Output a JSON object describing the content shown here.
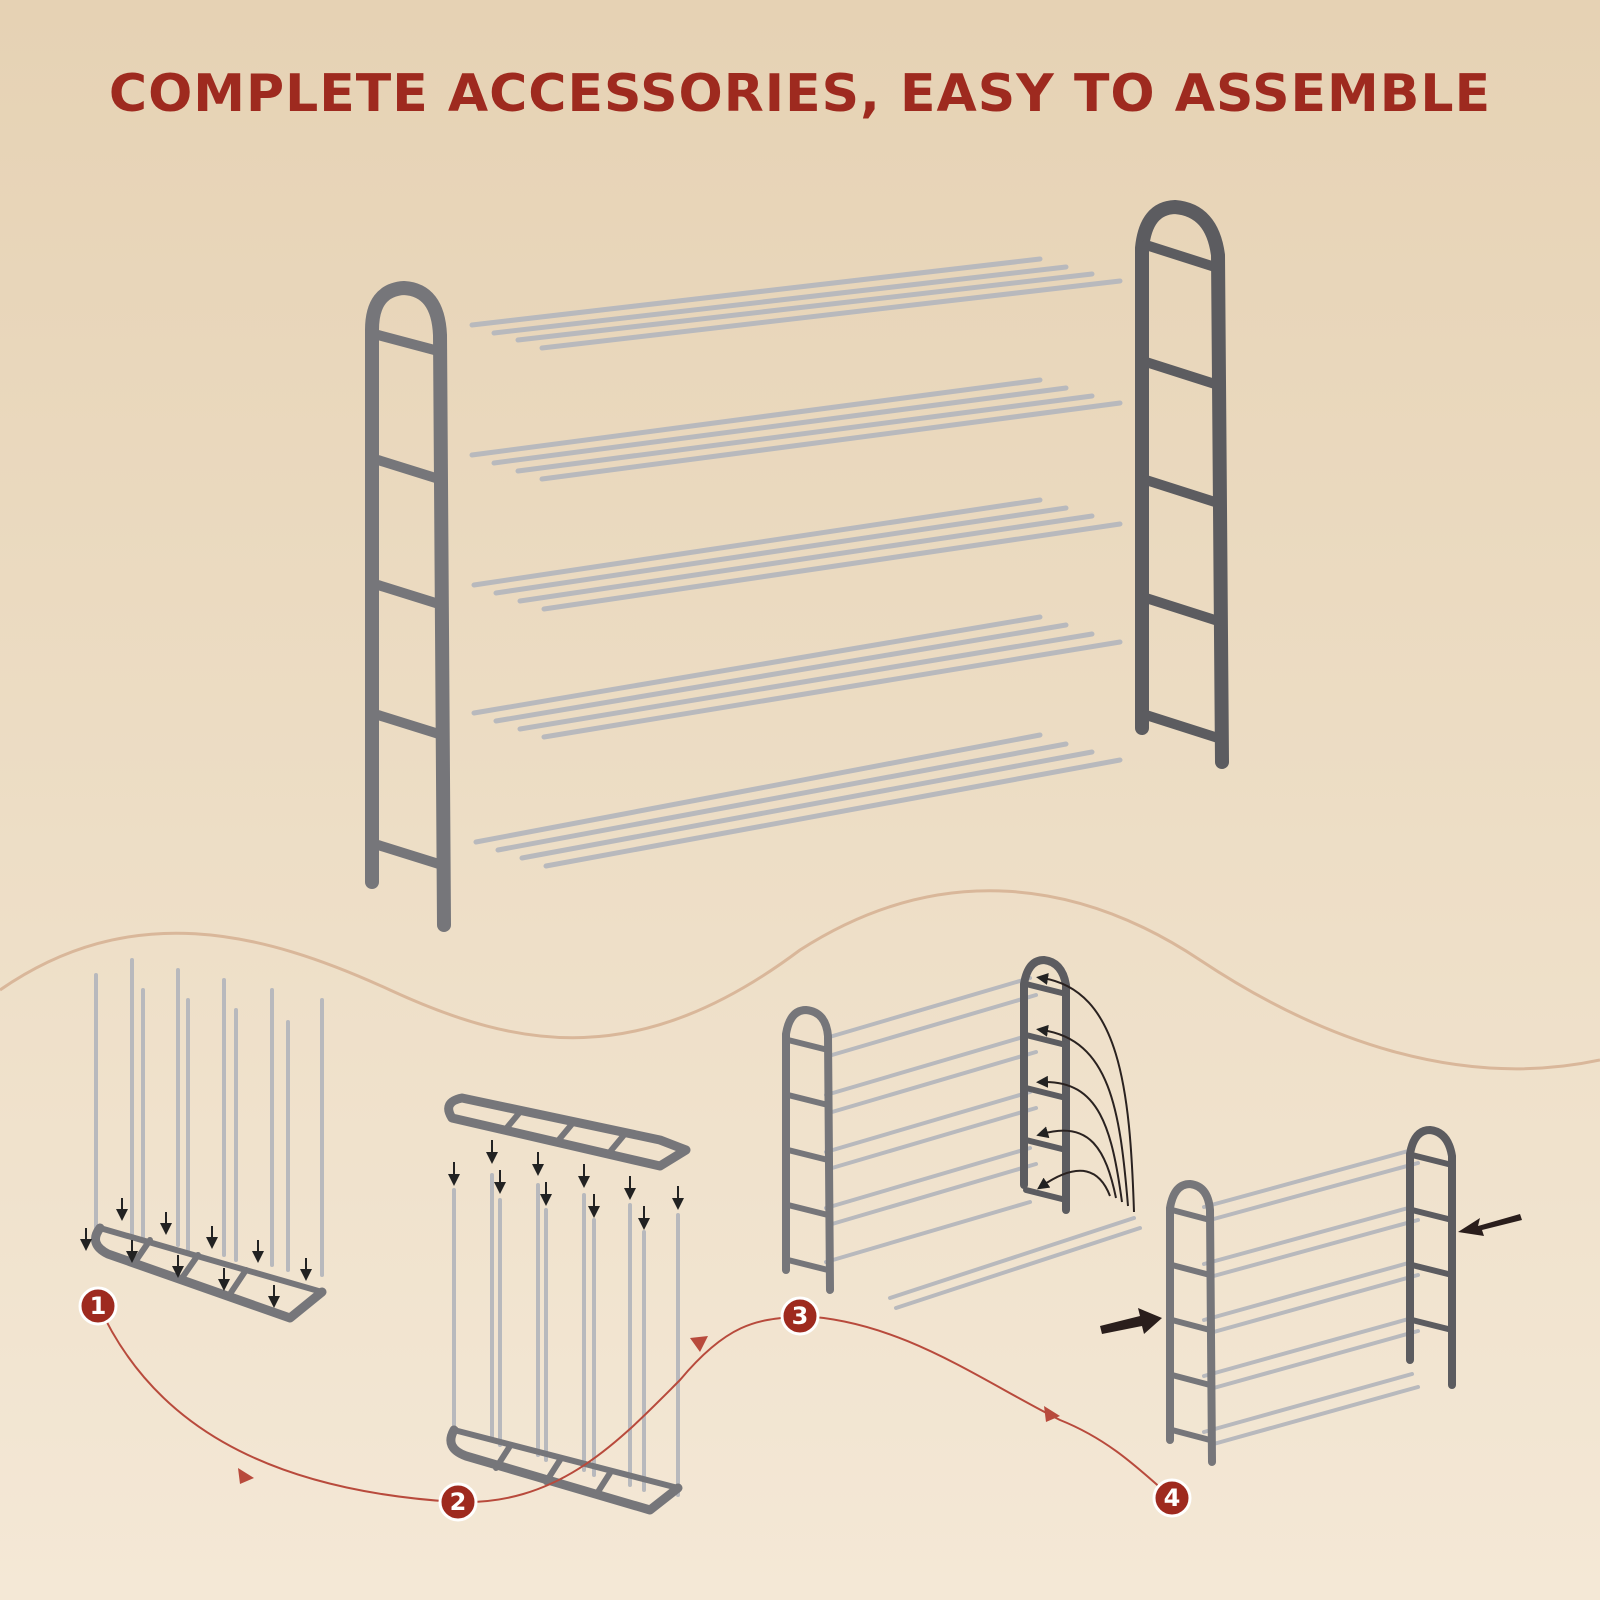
{
  "headline": "COMPLETE ACCESSORIES, EASY TO ASSEMBLE",
  "steps": [
    {
      "label": "1"
    },
    {
      "label": "2"
    },
    {
      "label": "3"
    },
    {
      "label": "4"
    }
  ],
  "colors": {
    "accent": "#9e2a1f",
    "frame": "#76767a",
    "frame_dark": "#5c5c60",
    "rod": "#b8b9bd",
    "rod_highlight": "#e8e8ea",
    "wave": "#d9b79a",
    "path": "#b84a3c"
  }
}
